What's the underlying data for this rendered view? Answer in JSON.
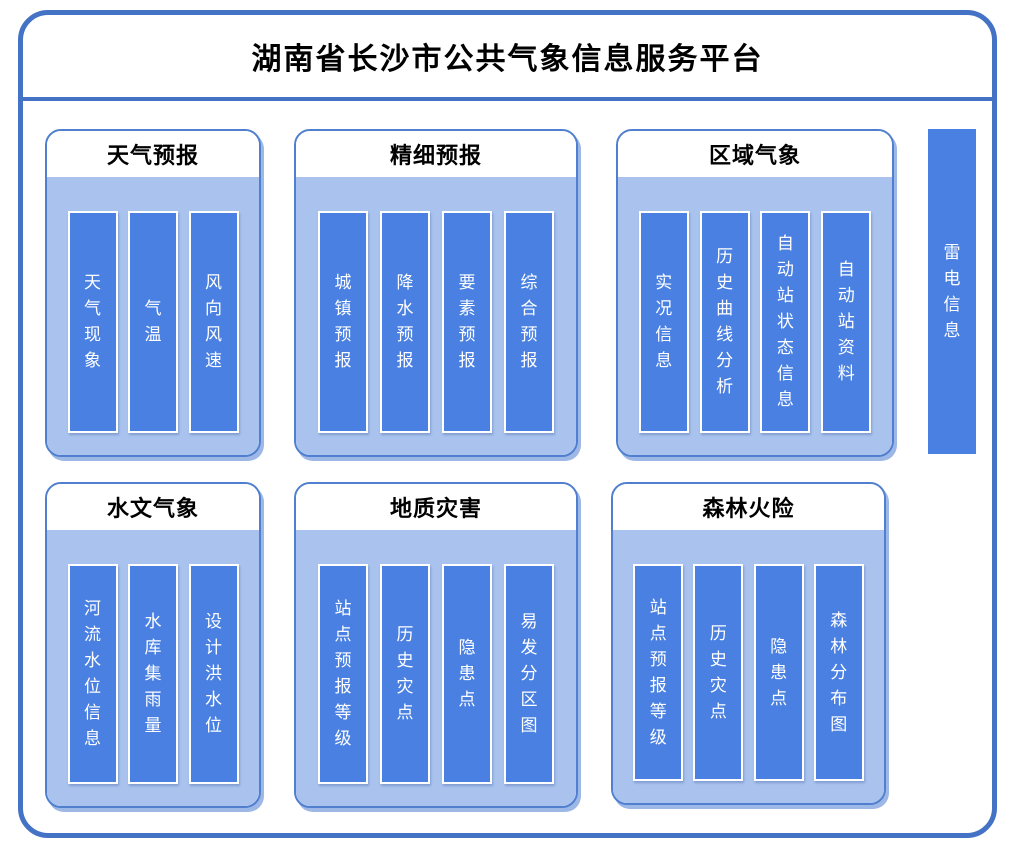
{
  "title": "湖南省长沙市公共气象信息服务平台",
  "colors": {
    "frame_border": "#4472C4",
    "panel_fill": "#A9C3EE",
    "node_fill": "#4A80E2",
    "node_text": "#FFFFFF",
    "title_text": "#000000"
  },
  "panels": [
    {
      "title": "天气预报",
      "items": [
        "天气现象",
        "气温",
        "风向风速"
      ]
    },
    {
      "title": "精细预报",
      "items": [
        "城镇预报",
        "降水预报",
        "要素预报",
        "综合预报"
      ]
    },
    {
      "title": "区域气象",
      "items": [
        "实况信息",
        "历史曲线分析",
        "自动站状态信息",
        "自动站资料"
      ]
    },
    {
      "title": "水文气象",
      "items": [
        "河流水位信息",
        "水库集雨量",
        "设计洪水位"
      ]
    },
    {
      "title": "地质灾害",
      "items": [
        "站点预报等级",
        "历史灾点",
        "隐患点",
        "易发分区图"
      ]
    },
    {
      "title": "森林火险",
      "items": [
        "站点预报等级",
        "历史灾点",
        "隐患点",
        "森林分布图"
      ]
    }
  ],
  "side_item": {
    "label": "雷电信息"
  }
}
